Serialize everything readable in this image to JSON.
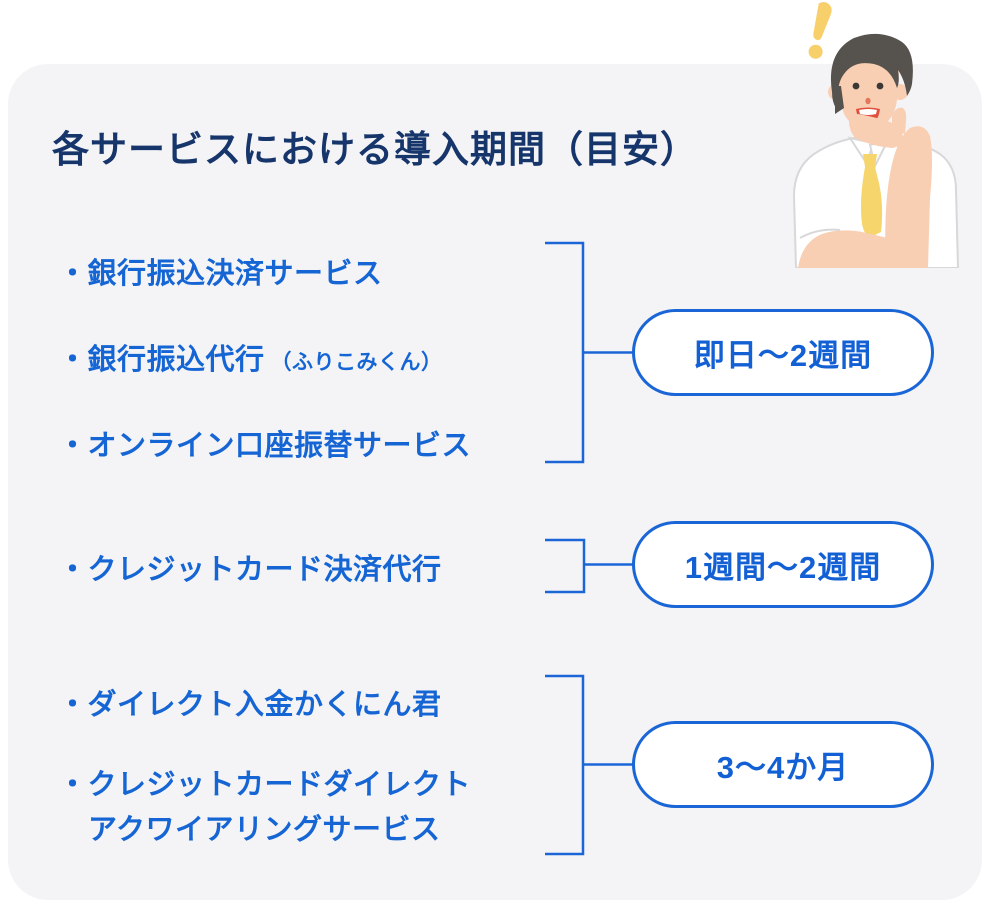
{
  "page": {
    "title": "各サービスにおける導入期間（目安）"
  },
  "colors": {
    "page_bg": "#ffffff",
    "card_bg": "#f4f4f6",
    "title_navy": "#16356b",
    "service_blue": "#1565d4",
    "line_blue": "#1b66d6",
    "pill_text_blue": "#1260d4",
    "pill_bg": "#ffffff",
    "tie_yellow": "#f6d56d",
    "exclamation_yellow": "#f8d06b",
    "skin_tone": "#f9cfb4",
    "hair_gray": "#56524e",
    "mouth_red": "#e0503c"
  },
  "groups": [
    {
      "items": [
        {
          "bullet": "・",
          "label": "銀行振込決済サービス",
          "note": ""
        },
        {
          "bullet": "・",
          "label": "銀行振込代行",
          "note": "（ふりこみくん）"
        },
        {
          "bullet": "・",
          "label": "オンライン口座振替サービス",
          "note": ""
        }
      ],
      "duration": "即日〜2週間"
    },
    {
      "items": [
        {
          "bullet": "・",
          "label": "クレジットカード決済代行",
          "note": ""
        }
      ],
      "duration": "1週間〜2週間"
    },
    {
      "items": [
        {
          "bullet": "・",
          "label": "ダイレクト入金かくにん君",
          "note": ""
        },
        {
          "bullet": "・",
          "label": "クレジットカードダイレクト",
          "label_line2": "アクワイアリングサービス",
          "note": ""
        }
      ],
      "duration": "3〜4か月"
    }
  ],
  "illustration": {
    "name": "thinking-businessman",
    "mark": "!"
  }
}
